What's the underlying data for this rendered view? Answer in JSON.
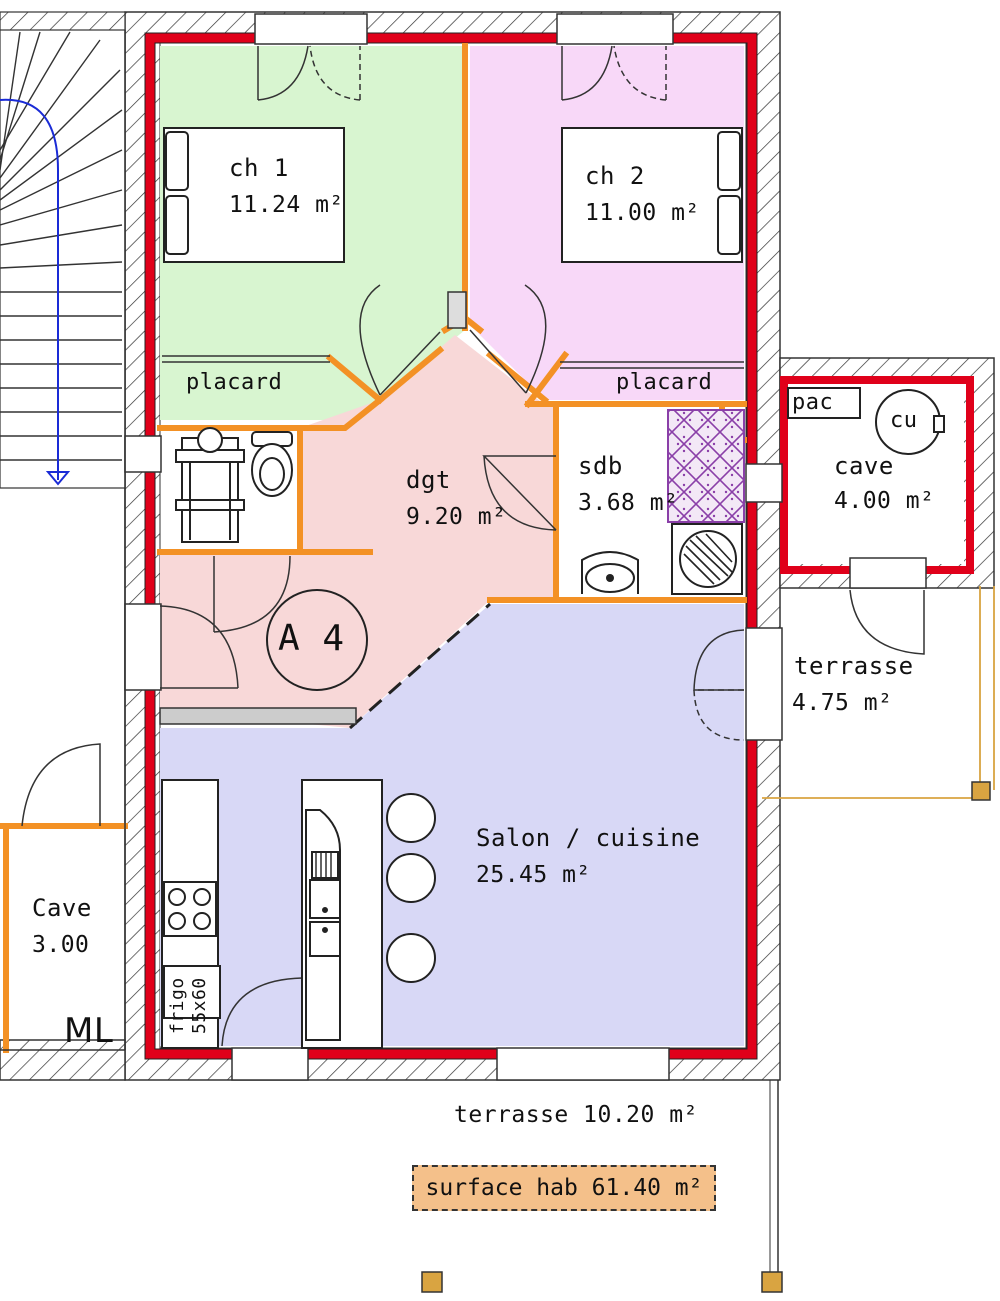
{
  "rooms": {
    "ch1": {
      "name": "ch 1",
      "area": "11.24 m²"
    },
    "ch2": {
      "name": "ch 2",
      "area": "11.00 m²"
    },
    "placard1": {
      "name": "placard"
    },
    "placard2": {
      "name": "placard"
    },
    "dgt": {
      "name": "dgt",
      "area": "9.20 m²"
    },
    "sdb": {
      "name": "sdb",
      "area": "3.68 m²"
    },
    "cave_small": {
      "name": "cave",
      "area": "4.00 m²"
    },
    "pac": {
      "name": "pac"
    },
    "cu": {
      "name": "cu"
    },
    "terrasse_small": {
      "name": "terrasse",
      "area": "4.75 m²"
    },
    "salon": {
      "name": "Salon / cuisine",
      "area": "25.45 m²"
    },
    "cave_left": {
      "name": "Cave",
      "area": "3.00"
    },
    "ml": {
      "name": "ML"
    },
    "frigo": {
      "name": "frigo",
      "size": "55x60"
    },
    "terrasse_big": {
      "name": "terrasse",
      "area": "10.20 m²"
    }
  },
  "marker": {
    "text": "A 4"
  },
  "surface": {
    "text": "surface hab 61.40 m²"
  },
  "colors": {
    "bedroom1": "#d8f5d0",
    "bedroom2": "#f8d8f8",
    "hall": "#f8d8d8",
    "living": "#d8d8f6",
    "red_wall": "#e0001a",
    "orange_partition": "#f39125",
    "tile_purple": "#8a3fa8",
    "terrace_line": "#d9a441"
  }
}
